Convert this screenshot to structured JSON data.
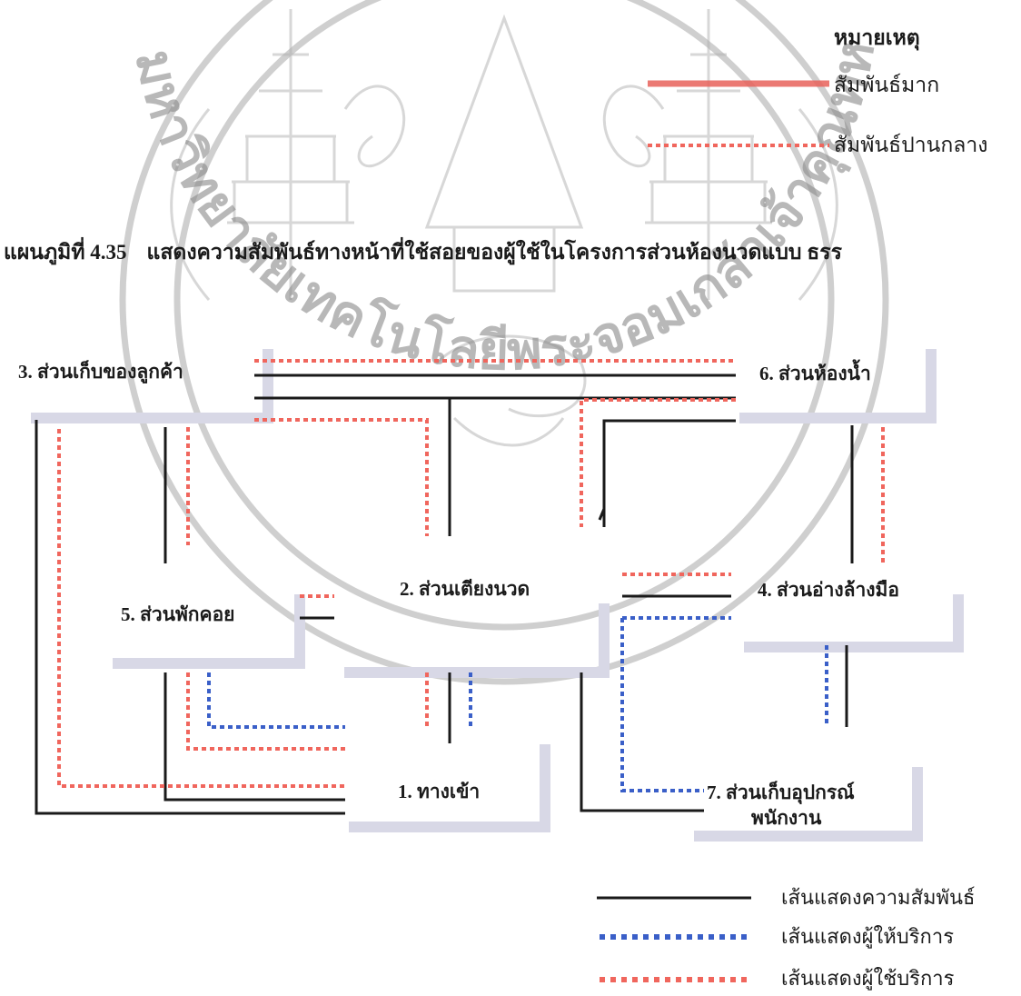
{
  "colors": {
    "relation_line": "#1a1a1a",
    "provider_line": "#3a5fc8",
    "user_line": "#f0665d",
    "high_relation": "#e8615b",
    "shadow": "#d6d6e6",
    "watermark": "#9a9a9a"
  },
  "top_legend": {
    "title": "หมายเหตุ",
    "items": [
      "สัมพันธ์มาก",
      "สัมพันธ์ปานกลาง"
    ]
  },
  "heading": {
    "number": "แผนภูมิที่ 4.35",
    "text": "แสดงความสัมพันธ์ทางหน้าที่ใช้สอยของผู้ใช้ในโครงการส่วนห้องนวดแบบ ธรร"
  },
  "nodes": {
    "storage_customer": "3. ส่วนเก็บของลูกค้า",
    "bathroom": "6. ส่วนห้องน้ำ",
    "massage_bed": "2. ส่วนเตียงนวด",
    "hand_wash": "4. ส่วนอ่างล้างมือ",
    "rest_area": "5. ส่วนพักคอย",
    "entrance": "1. ทางเข้า",
    "staff_storage_line1": "7. ส่วนเก็บอุปกรณ์",
    "staff_storage_line2": "พนักงาน"
  },
  "bottom_legend": {
    "items": [
      "เส้นแสดงความสัมพันธ์",
      "เส้นแสดงผู้ให้บริการ",
      "เส้นแสดงผู้ใช้บริการ"
    ]
  },
  "watermark_text": {
    "left_arc": "มหาวิทยาลัยเทคโนโลยีพระจอมเกล้าเจ้าคุณทหารลาดกระบัง"
  }
}
